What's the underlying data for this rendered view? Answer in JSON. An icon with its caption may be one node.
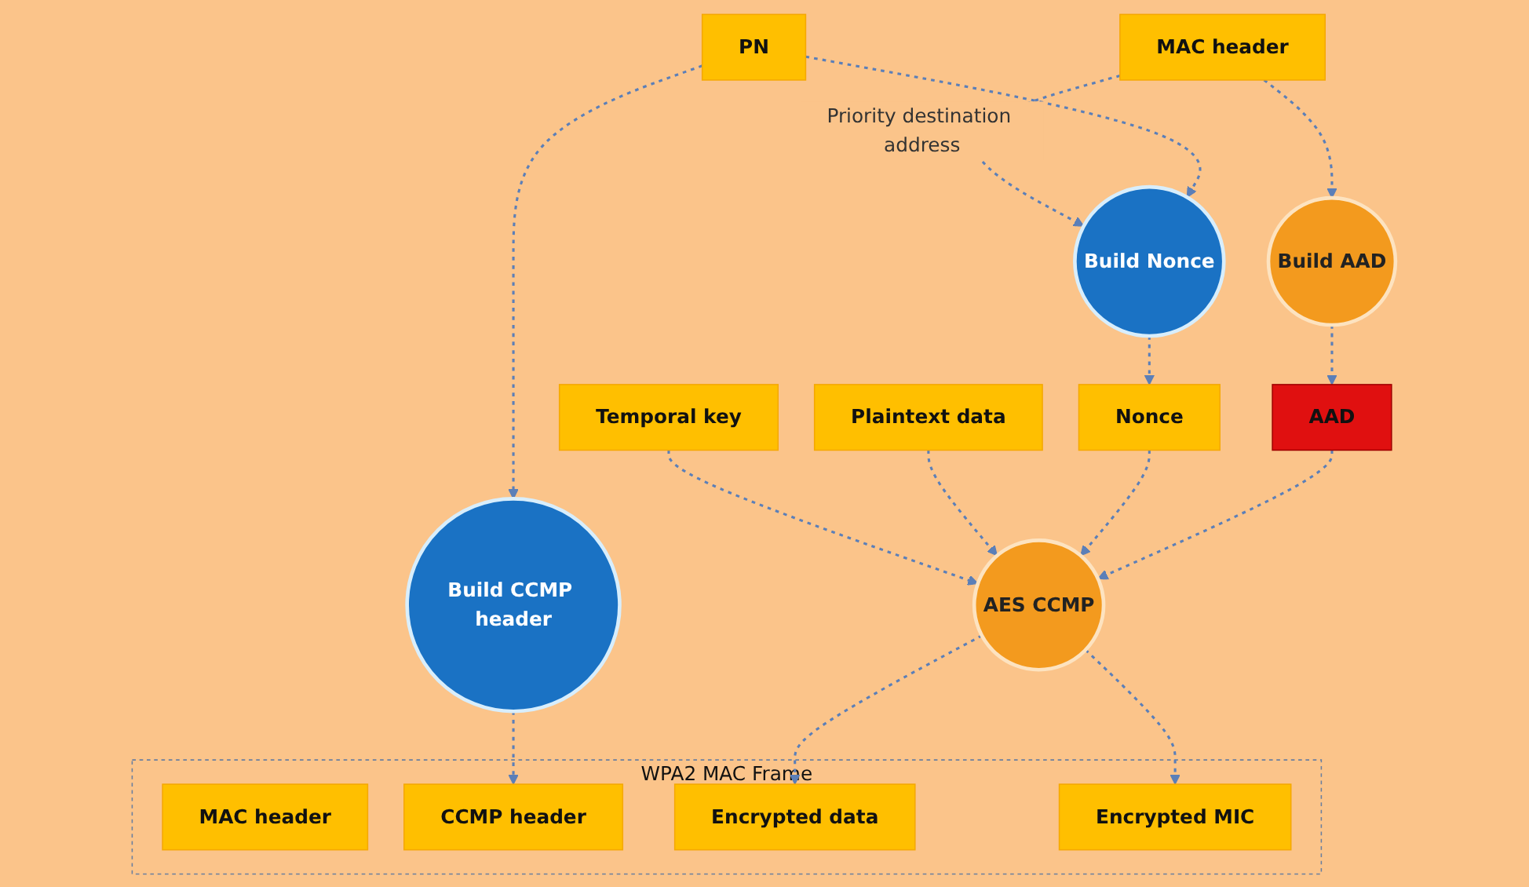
{
  "diagram": {
    "nodes": [
      {
        "text": [
          "MAC header"
        ]
      },
      {
        "text": [
          "PN"
        ]
      },
      {
        "text": [
          "Temporal key"
        ]
      },
      {
        "text": [
          "Plaintext data"
        ]
      },
      {
        "text": [
          "Build AAD"
        ]
      },
      {
        "text": [
          "Build Nonce"
        ]
      },
      {
        "text": [
          "Nonce"
        ]
      },
      {
        "text": [
          "AAD"
        ]
      },
      {
        "text": [
          "AES CCMP"
        ]
      },
      {
        "text": [
          "Build CCMP header"
        ]
      },
      {
        "text": [
          "WPA2 MAC Frame"
        ]
      },
      {
        "text": [
          "MAC header"
        ],
        "in": 10
      },
      {
        "text": [
          "CCMP header"
        ],
        "in": 10
      },
      {
        "text": [
          "Encrypted data"
        ],
        "in": 10
      },
      {
        "text": [
          "Encrypted MIC"
        ],
        "in": 10
      }
    ],
    "edges": [
      {
        "from": 0,
        "to": 4,
        "arrow": "to",
        "style": "dashed"
      },
      {
        "from": 0,
        "to": 5,
        "arrow": "to",
        "style": "dashed",
        "label": "Priority destination address"
      },
      {
        "from": 1,
        "to": 5,
        "arrow": "to",
        "style": "dashed"
      },
      {
        "from": 1,
        "to": 9,
        "arrow": "to",
        "style": "dashed"
      },
      {
        "from": 2,
        "to": 8,
        "arrow": "to",
        "style": "dashed"
      },
      {
        "from": 3,
        "to": 8,
        "arrow": "to",
        "style": "dashed"
      },
      {
        "from": 4,
        "to": 7,
        "arrow": "to",
        "style": "dashed"
      },
      {
        "from": 5,
        "to": 6,
        "arrow": "to",
        "style": "dashed"
      },
      {
        "from": 6,
        "to": 8,
        "arrow": "to",
        "style": "dashed"
      },
      {
        "from": 7,
        "to": 8,
        "arrow": "to",
        "style": "dashed"
      },
      {
        "from": 9,
        "to": 12,
        "arrow": "to",
        "style": "dashed"
      },
      {
        "from": 8,
        "to": 13,
        "arrow": "to",
        "style": "dashed"
      },
      {
        "from": 8,
        "to": 14,
        "arrow": "to",
        "style": "dashed"
      }
    ]
  }
}
